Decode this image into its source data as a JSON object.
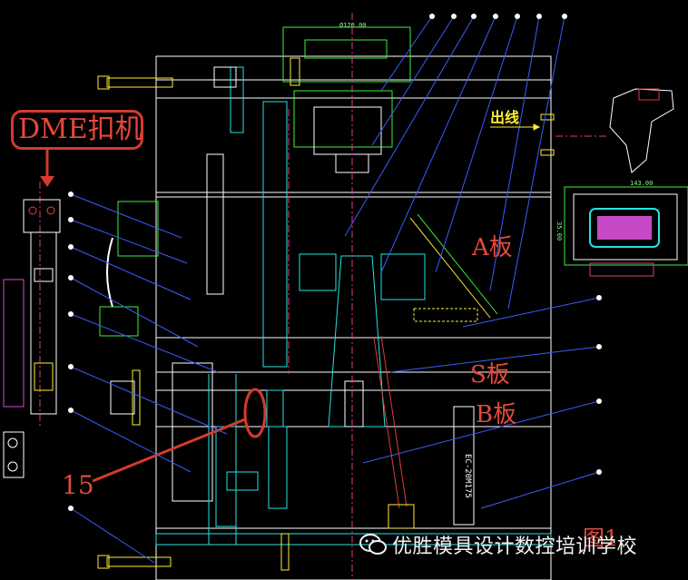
{
  "annotations": {
    "dme_label": "DME扣机",
    "plate_a": "A板",
    "plate_s": "S板",
    "plate_b": "B板",
    "callout_number": "15",
    "outlet_label": "出线",
    "figure_label": "图1"
  },
  "dimensions": {
    "top_width": "Ø120.00",
    "connector_width": "143.00",
    "connector_height": "35.00",
    "pin_spec": "EC-20M175"
  },
  "watermark": {
    "text": "优胜模具设计数控培训学校",
    "icon": "wechat-icon"
  },
  "colors": {
    "background": "#000000",
    "annotation_red": "#e24b3c",
    "outline_white": "#ffffff",
    "leader_blue": "#3a5cff",
    "outlet_yellow": "#ffee33"
  }
}
